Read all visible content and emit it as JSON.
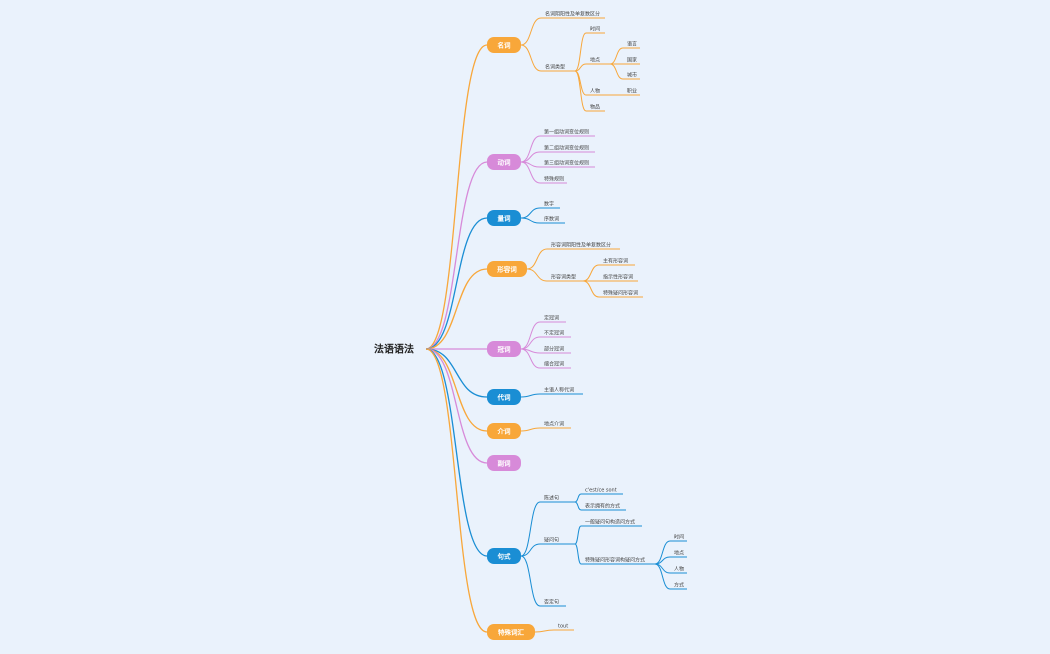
{
  "mindmap": {
    "root": "法语语法",
    "colors": {
      "orange": "#f8a73a",
      "purple": "#d78ad9",
      "blue": "#1a8ed4"
    },
    "branches": [
      {
        "label": "名词",
        "color": "orange",
        "children": [
          {
            "label": "名词阴阳性及单复数区分"
          },
          {
            "label": "名词类型",
            "children": [
              {
                "label": "时间"
              },
              {
                "label": "地点",
                "children": [
                  {
                    "label": "语言"
                  },
                  {
                    "label": "国家"
                  },
                  {
                    "label": "城市"
                  }
                ]
              },
              {
                "label": "人物",
                "children": [
                  {
                    "label": "职业"
                  }
                ]
              },
              {
                "label": "物品"
              }
            ]
          }
        ]
      },
      {
        "label": "动词",
        "color": "purple",
        "children": [
          {
            "label": "第一组动词变位规则"
          },
          {
            "label": "第二组动词变位规则"
          },
          {
            "label": "第三组动词变位规则"
          },
          {
            "label": "特殊规则"
          }
        ]
      },
      {
        "label": "量词",
        "color": "blue",
        "children": [
          {
            "label": "数字"
          },
          {
            "label": "序数词"
          }
        ]
      },
      {
        "label": "形容词",
        "color": "orange",
        "children": [
          {
            "label": "形容词阴阳性及单复数区分"
          },
          {
            "label": "形容词类型",
            "children": [
              {
                "label": "主有形容词"
              },
              {
                "label": "指示性形容词"
              },
              {
                "label": "特殊疑问形容词"
              }
            ]
          }
        ]
      },
      {
        "label": "冠词",
        "color": "purple",
        "children": [
          {
            "label": "定冠词"
          },
          {
            "label": "不定冠词"
          },
          {
            "label": "部分冠词"
          },
          {
            "label": "缩合冠词"
          }
        ]
      },
      {
        "label": "代词",
        "color": "blue",
        "children": [
          {
            "label": "主语人称代词"
          }
        ]
      },
      {
        "label": "介词",
        "color": "orange",
        "children": [
          {
            "label": "地点介词"
          }
        ]
      },
      {
        "label": "副词",
        "color": "purple",
        "children": []
      },
      {
        "label": "句式",
        "color": "blue",
        "children": [
          {
            "label": "陈述句",
            "children": [
              {
                "label": "c'est/ce sont"
              },
              {
                "label": "表示拥有的方式"
              }
            ]
          },
          {
            "label": "疑问句",
            "children": [
              {
                "label": "一般疑问句构造问方式"
              },
              {
                "label": "特殊疑问形容词构疑问方式",
                "children": [
                  {
                    "label": "时间"
                  },
                  {
                    "label": "地点"
                  },
                  {
                    "label": "人物"
                  },
                  {
                    "label": "方式"
                  }
                ]
              }
            ]
          },
          {
            "label": "否定句"
          }
        ]
      },
      {
        "label": "特殊词汇",
        "color": "orange",
        "children": [
          {
            "label": "tout"
          }
        ]
      }
    ]
  }
}
